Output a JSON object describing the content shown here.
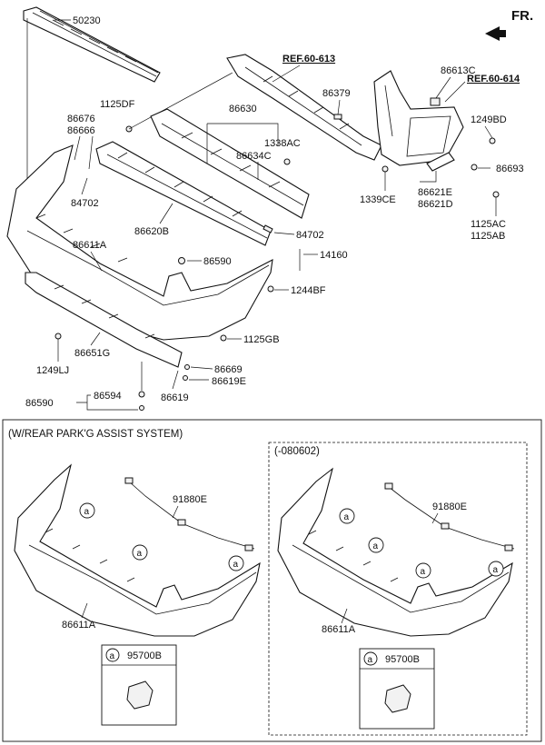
{
  "direction": "FR.",
  "refs": [
    "REF.60-613",
    "REF.60-614"
  ],
  "parts": {
    "p50230": "50230",
    "p1125DF": "1125DF",
    "p86676": "86676",
    "p86666": "86666",
    "p84702a": "84702",
    "p86630": "86630",
    "p1338AC": "1338AC",
    "p86634C": "86634C",
    "p86379": "86379",
    "p86613C": "86613C",
    "p1249BD": "1249BD",
    "p86693": "86693",
    "p1339CE": "1339CE",
    "p86621E": "86621E",
    "p86621D": "86621D",
    "p1125AC": "1125AC",
    "p1125AB": "1125AB",
    "p86620B": "86620B",
    "p84702b": "84702",
    "p14160": "14160",
    "p86611A": "86611A",
    "p86590a": "86590",
    "p1244BF": "1244BF",
    "p1125GB": "1125GB",
    "p86651G": "86651G",
    "p1249LJ": "1249LJ",
    "p86669": "86669",
    "p86619E": "86619E",
    "p86619": "86619",
    "p86594": "86594",
    "p86590b": "86590"
  },
  "section": {
    "title": "(W/REAR PARK'G ASSIST SYSTEM)",
    "left": {
      "harness": "91880E",
      "bumper": "86611A",
      "callout": "a",
      "sensor": "95700B"
    },
    "right": {
      "date": "(-080602)",
      "harness": "91880E",
      "bumper": "86611A",
      "callout": "a",
      "sensor": "95700B"
    }
  }
}
